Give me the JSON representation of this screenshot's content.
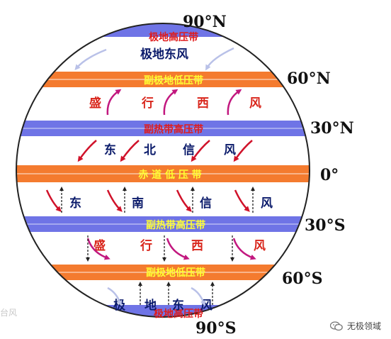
{
  "colors": {
    "low_pressure_band": "#f47b2f",
    "high_pressure_band": "#6f74e6",
    "band_label_yellow": "#ffff33",
    "band_label_red": "#e01b1b",
    "wind_label_navy": "#0b1b6b",
    "wind_label_red": "#d9261c",
    "arrow_magenta": "#c2187f",
    "arrow_red": "#d0122a",
    "arrow_light": "#b9c1e8"
  },
  "latitudes": {
    "n90": "90°N",
    "n60": "60°N",
    "n30": "30°N",
    "eq": "0°",
    "s30": "30°S",
    "s60": "60°S",
    "s90": "90°S"
  },
  "bands": {
    "polar_high_n": "极地高压带",
    "subpolar_low_n": "副极地低压带",
    "subtropical_high_n": "副热带高压带",
    "equatorial_low": "赤 道 低 压 带",
    "subtropical_high_s": "副热带高压带",
    "subpolar_low_s": "副极地低压带",
    "polar_high_s": "极地高压带"
  },
  "winds": {
    "polar_easterly_n": "极地东风",
    "westerlies_n": [
      "盛",
      "行",
      "西",
      "风"
    ],
    "ne_trades": [
      "东",
      "北",
      "信",
      "风"
    ],
    "se_trades": [
      "东",
      "南",
      "信",
      "风"
    ],
    "westerlies_s": [
      "盛",
      "行",
      "西",
      "风"
    ],
    "polar_easterly_s": [
      "极",
      "地",
      "东",
      "风"
    ]
  },
  "watermark": {
    "text": "无极领域",
    "icon": "wechat-icon"
  },
  "corner_mark": "台风"
}
